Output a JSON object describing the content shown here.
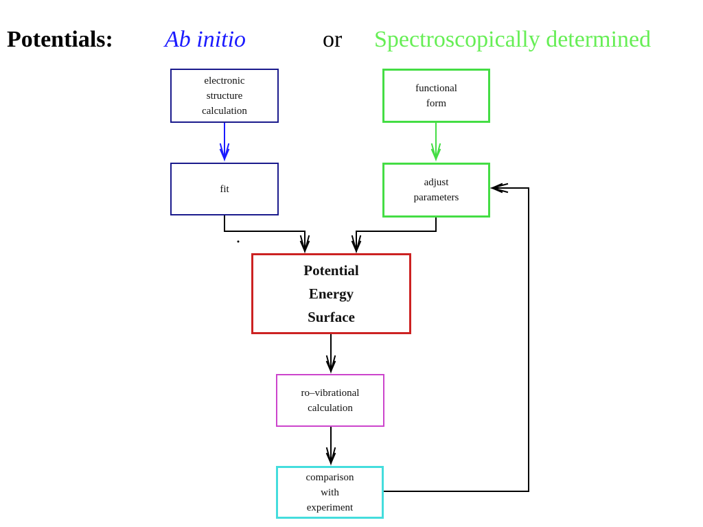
{
  "header": {
    "label": "Potentials:",
    "ab_initio": "Ab initio",
    "or": "or",
    "spectroscopic": "Spectroscopically determined"
  },
  "boxes": {
    "electronic": [
      "electronic",
      "structure",
      "calculation"
    ],
    "fit": [
      "fit"
    ],
    "functional": [
      "functional",
      "form"
    ],
    "adjust": [
      "adjust",
      "parameters"
    ],
    "pes": [
      "Potential",
      "Energy",
      "Surface"
    ],
    "rovib": [
      "ro–vibrational",
      "calculation"
    ],
    "compare": [
      "comparison",
      "with",
      "experiment"
    ]
  },
  "colors": {
    "ab_initio_text": "#1a1aff",
    "spectroscopic_text": "#66ee55",
    "ab_initio_boxes": "#1a1a8c",
    "spectroscopic_boxes": "#44dd44",
    "pes_box": "#cc2222",
    "rovib_box": "#cc44cc",
    "compare_box": "#44dddd"
  }
}
